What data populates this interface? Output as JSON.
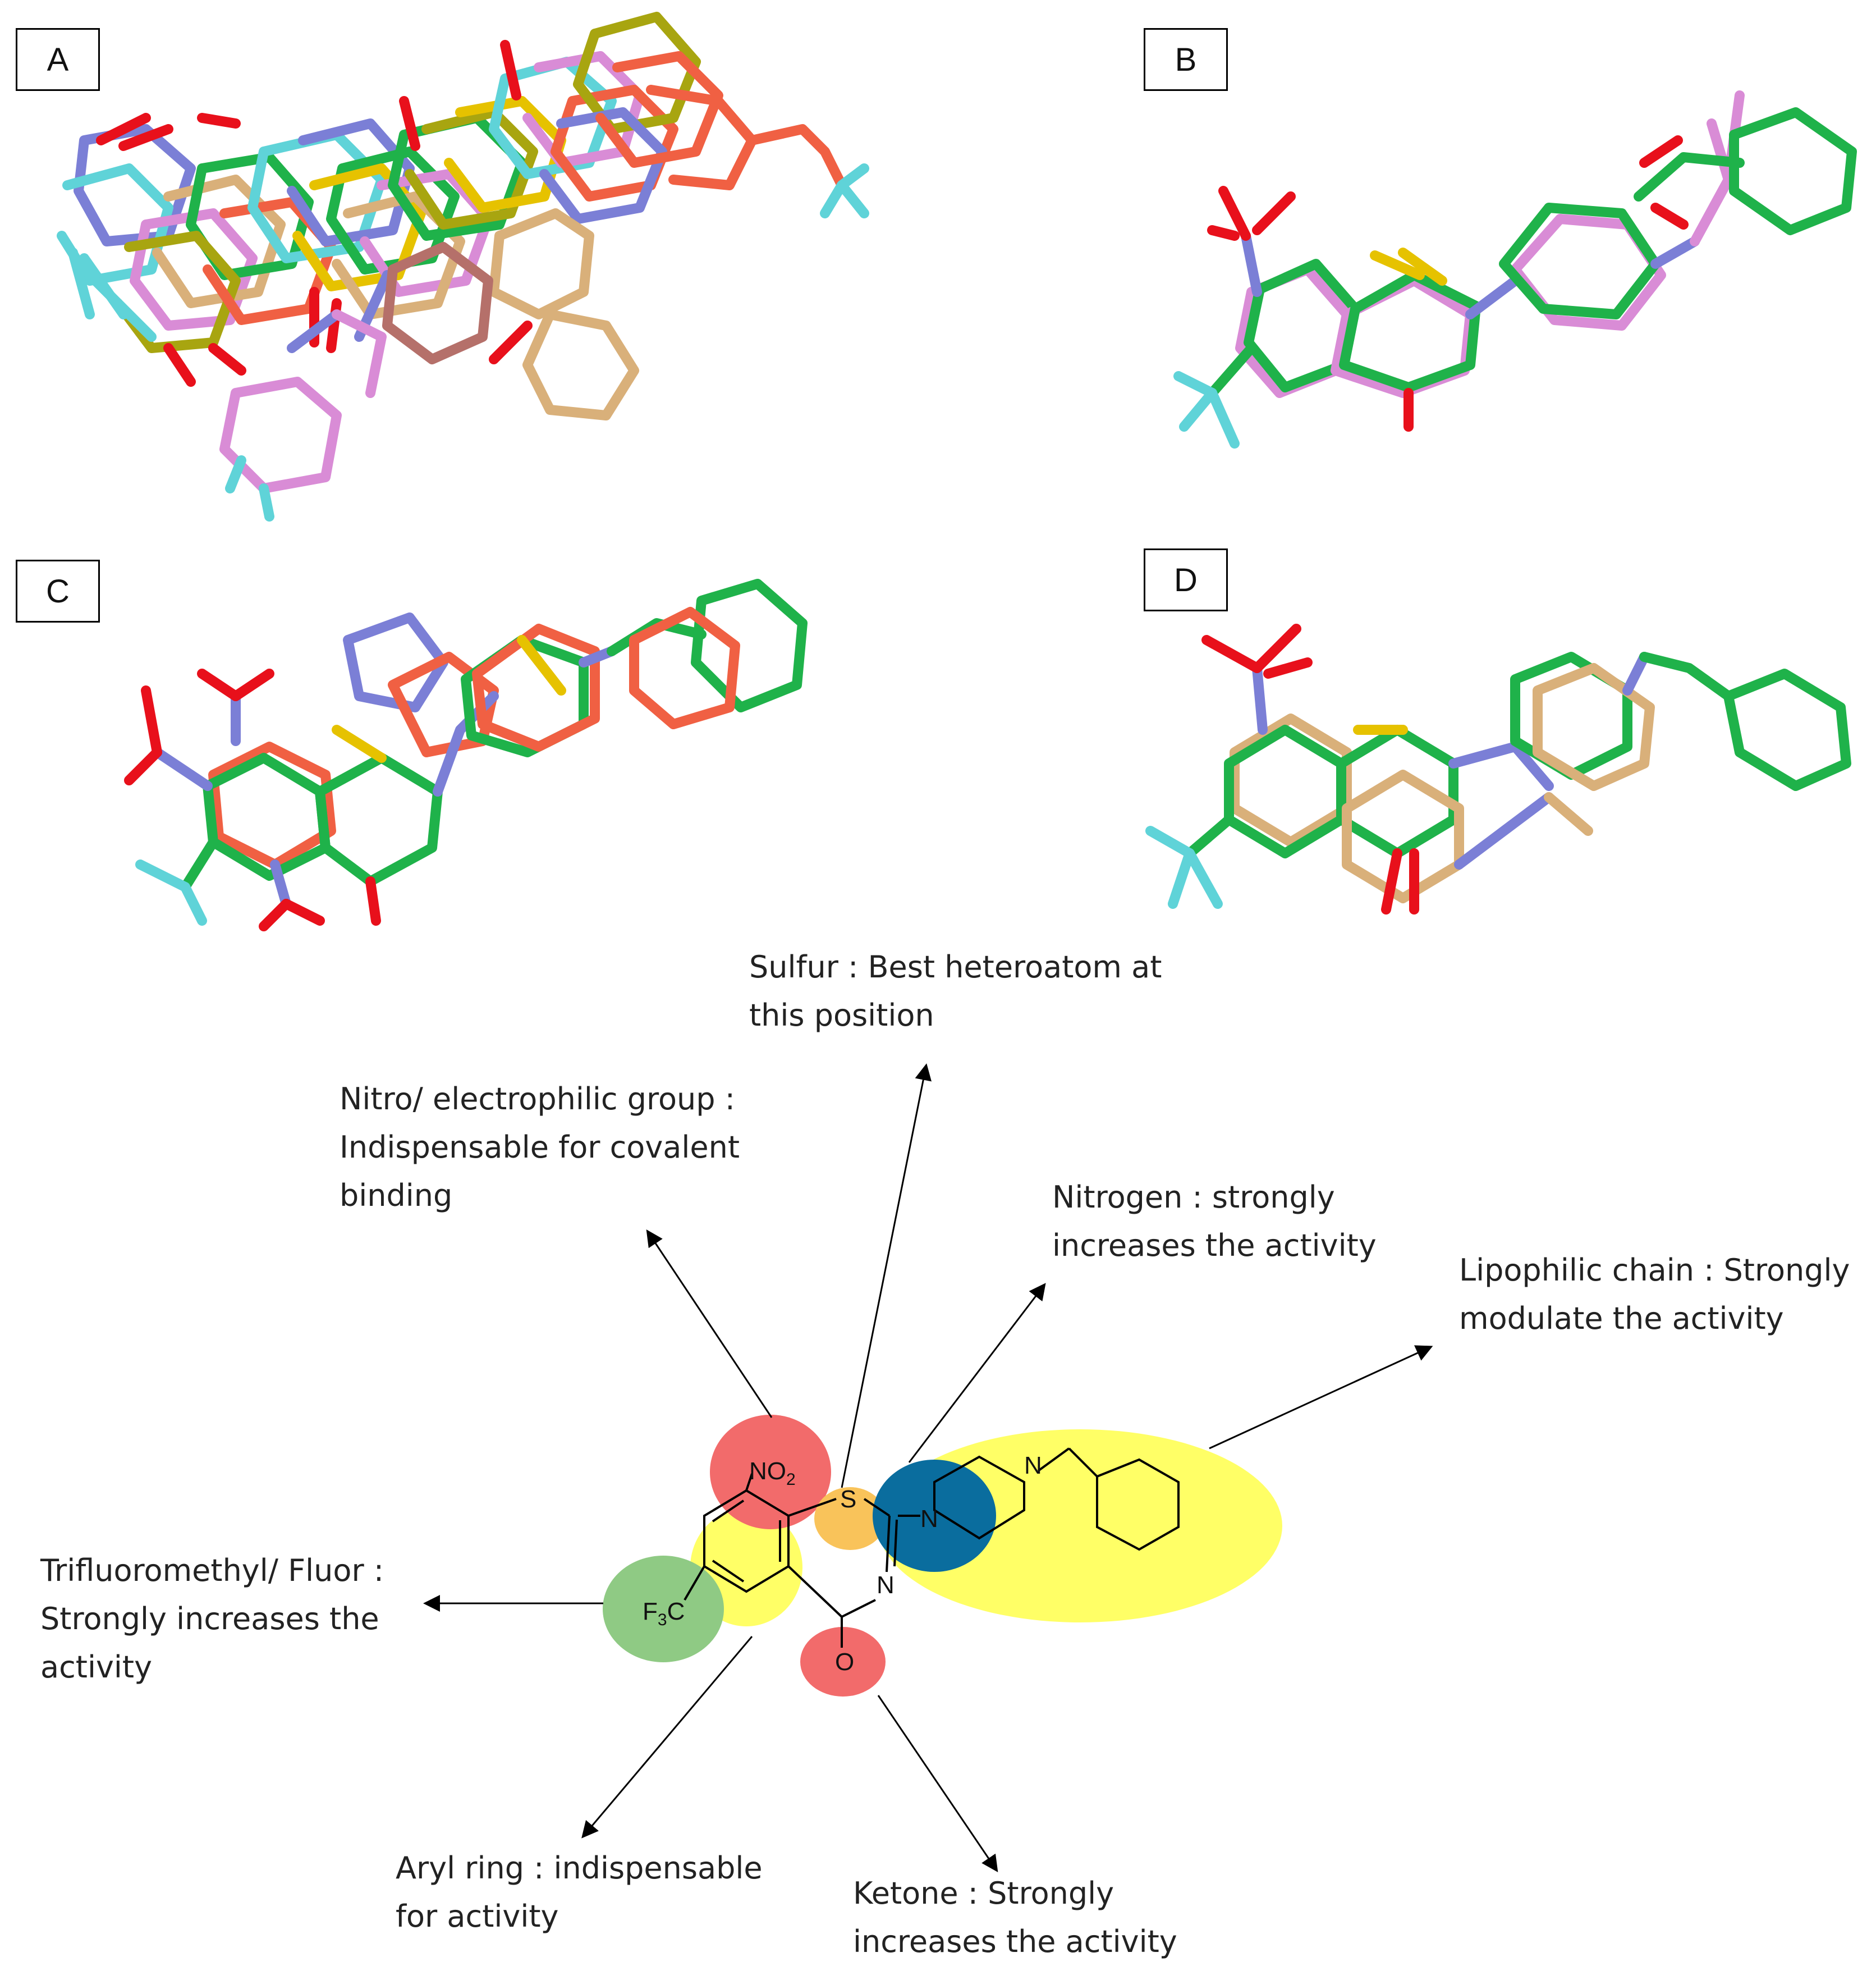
{
  "panels": [
    {
      "label": "A"
    },
    {
      "label": "B"
    },
    {
      "label": "C"
    },
    {
      "label": "D"
    }
  ],
  "structure": {
    "nitro": "NO2",
    "sulfur": "S",
    "ring_n": "N",
    "piperazine_n1": "N",
    "piperazine_n2": "N",
    "cf3": "F3C",
    "ketone_o": "O"
  },
  "annotations": {
    "sulfur": [
      "Sulfur : Best heteroatom at",
      "this position"
    ],
    "nitro": [
      "Nitro/ electrophilic group :",
      "Indispensable for covalent",
      "binding"
    ],
    "nitrogen": [
      "Nitrogen : strongly",
      "increases the activity"
    ],
    "lipophilic": [
      "Lipophilic chain : Strongly",
      "modulate the activity"
    ],
    "trifluoromethyl": [
      "Trifluoromethyl/ Fluor :",
      "Strongly increases the",
      "activity"
    ],
    "aryl": [
      "Aryl ring : indispensable",
      "for activity"
    ],
    "ketone": [
      "Ketone : Strongly",
      "increases the activity"
    ]
  },
  "colors": {
    "carbon_green": "#1fb24a",
    "nitrogen_blue": "#7b7fd6",
    "oxygen_red": "#e8101b",
    "sulfur_yellow": "#e6c200",
    "fluorine_cyan": "#5fd3d8",
    "pink": "#d98cd6",
    "tan": "#d9b07a",
    "salmon": "#f06043",
    "olive": "#a8a510",
    "highlight_red": "#f26b6b",
    "highlight_yellow": "#ffff66",
    "highlight_green": "#8fca84",
    "highlight_orange": "#f9c35a",
    "highlight_blue": "#0a6d9e"
  }
}
